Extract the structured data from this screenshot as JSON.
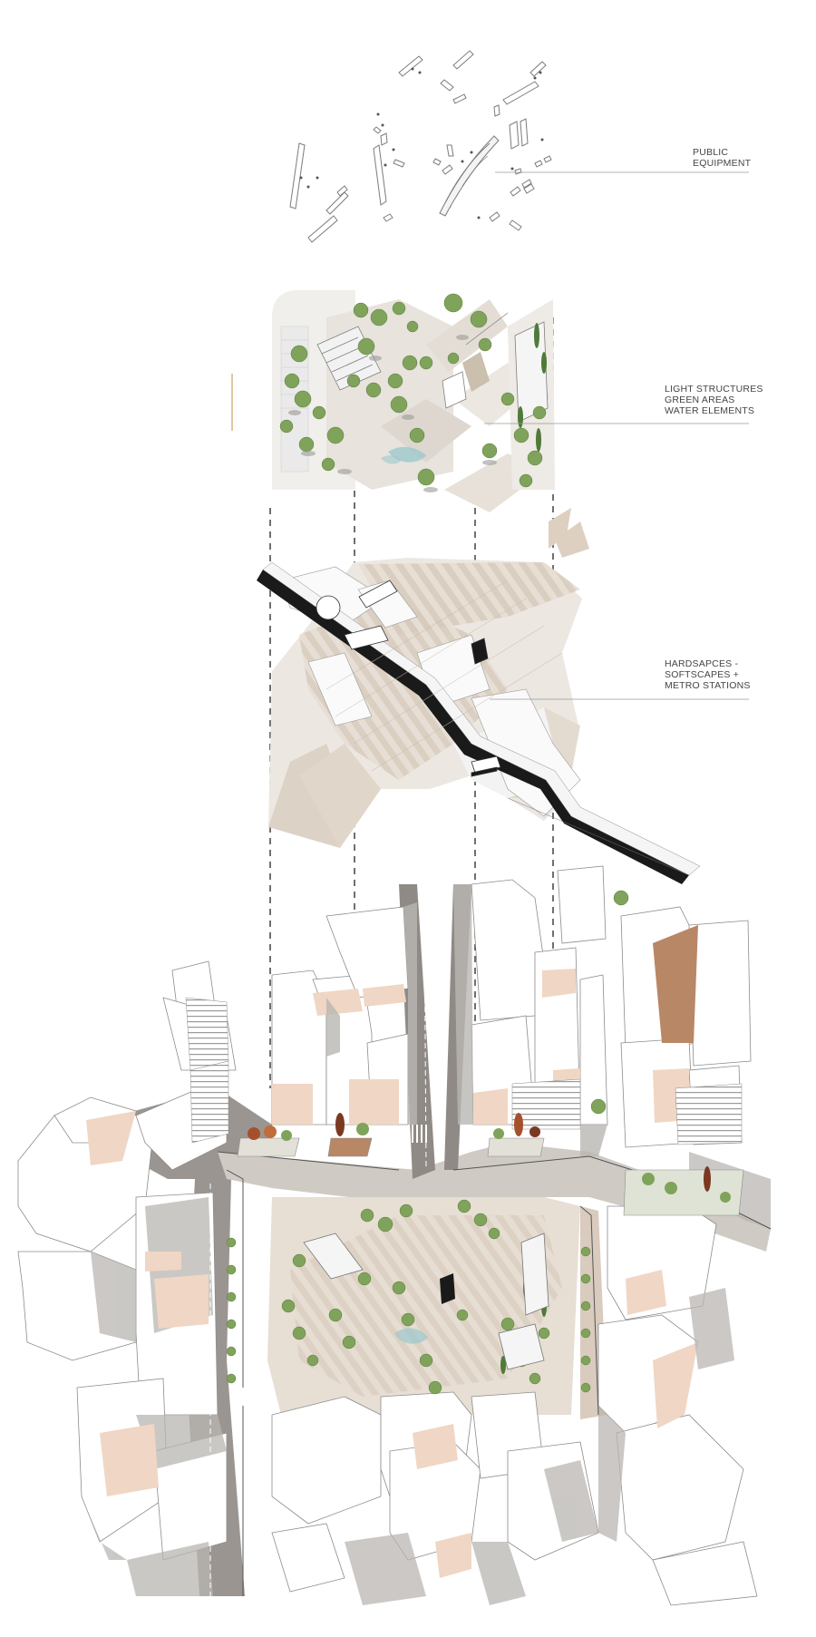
{
  "labels": {
    "public_equipment": [
      "PUBLIC",
      "EQUIPMENT"
    ],
    "light_structures": [
      "LIGHT STRUCTURES",
      "GREEN AREAS",
      "WATER ELEMENTS"
    ],
    "hardscapes": [
      "HARDSAPCES -",
      "SOFTSCAPES +",
      "METRO STATIONS"
    ]
  },
  "palette": {
    "background": "#ffffff",
    "building": "#ffffff",
    "building_shadow": "#b9b6b1",
    "building_outline": "#8c8c8c",
    "peach": "#f0d6c4",
    "brown": "#b88766",
    "road": "#8f8a85",
    "plaza_beige": "#ddd2c6",
    "paving_light": "#ece7e1",
    "metro_black": "#1a1a1a",
    "tree_green": "#7fa35a",
    "tree_dark": "#4f7a38",
    "tree_autumn": "#a5502d",
    "water": "#9cc8cc",
    "leader_line": "#9a9a9a",
    "dash_line": "#222222"
  },
  "icons": [
    "bench-icon",
    "tree-icon",
    "kiosk-icon",
    "metro-entrance-icon"
  ]
}
